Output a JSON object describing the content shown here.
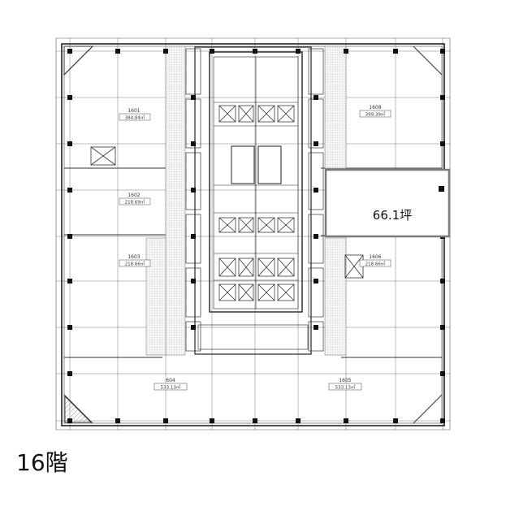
{
  "floor": {
    "label": "16階"
  },
  "highlight": {
    "label": "66.1坪"
  },
  "units": [
    {
      "id": "1601",
      "area": "384.84㎡"
    },
    {
      "id": "1602",
      "area": "218.69㎡"
    },
    {
      "id": "1603",
      "area": "218.66㎡"
    },
    {
      "id": "1604",
      "area": "533.13㎡",
      "display_id": "604"
    },
    {
      "id": "1605",
      "area": "533.13㎡"
    },
    {
      "id": "1606",
      "area": "218.66㎡"
    },
    {
      "id": "1608",
      "area": "399.39㎡"
    }
  ]
}
